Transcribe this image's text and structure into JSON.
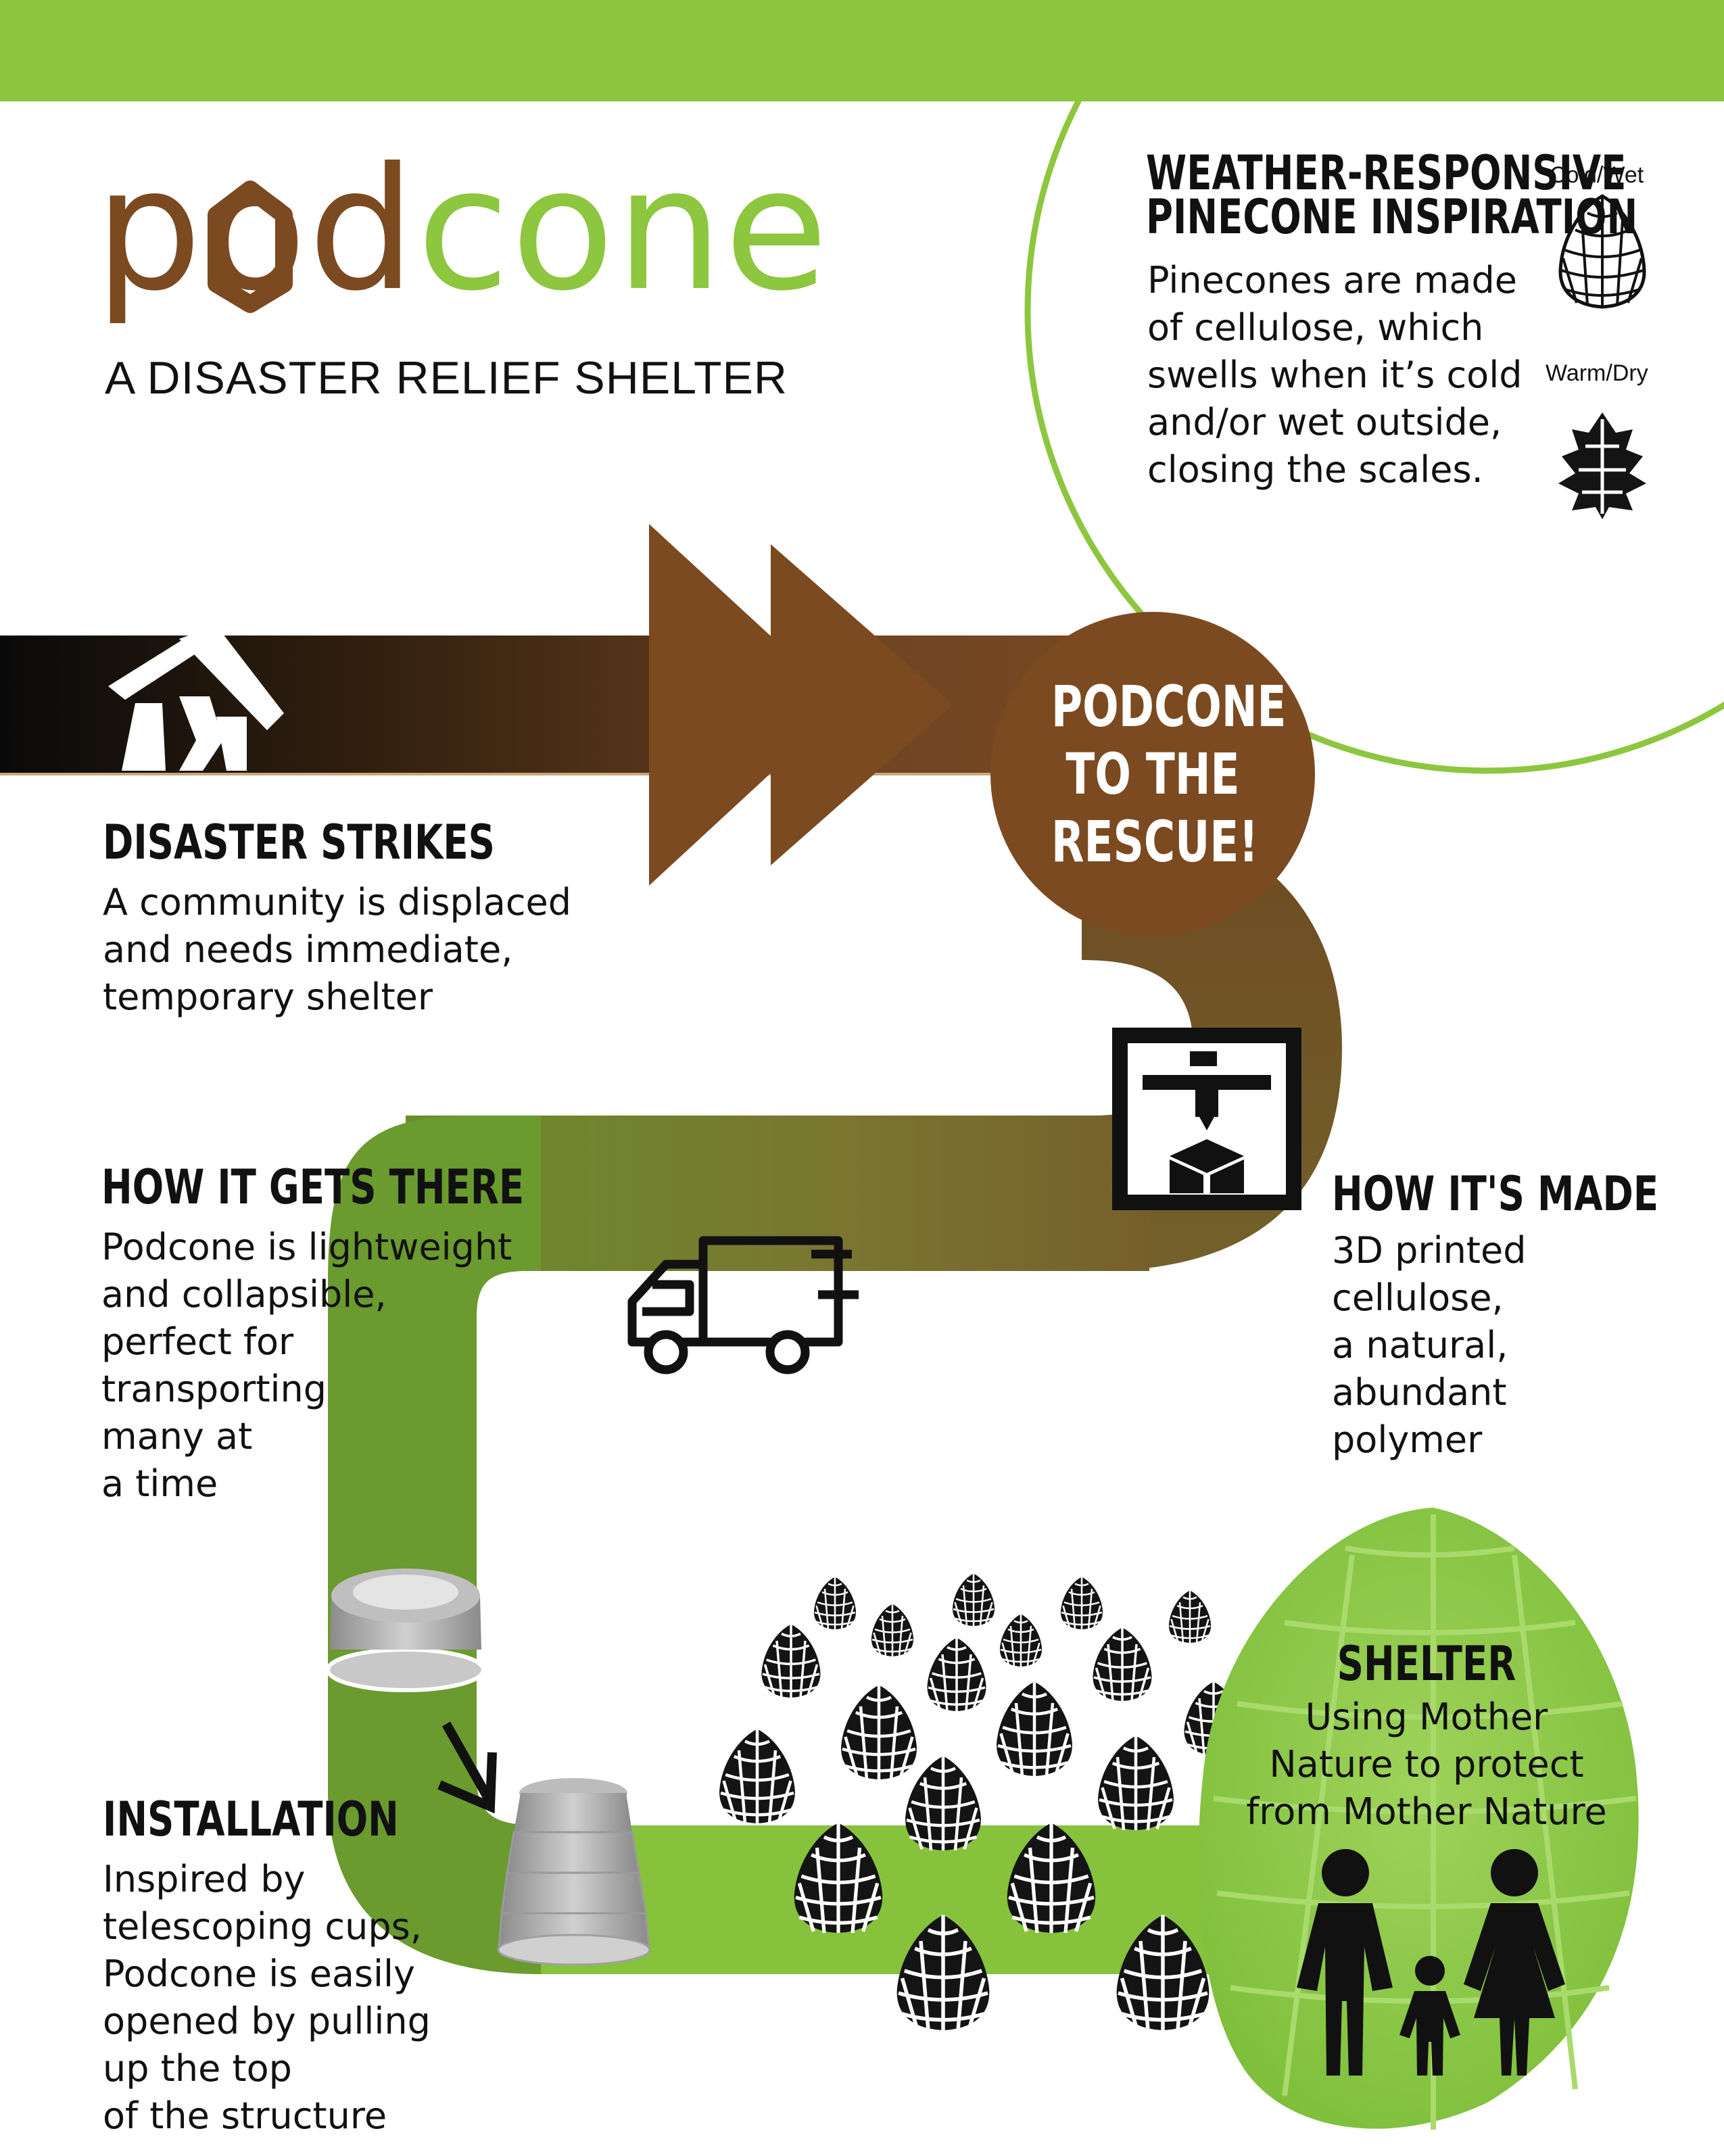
{
  "brand": {
    "logo_part1": "pod",
    "logo_part2": "cone",
    "tagline": "A DISASTER RELIEF SHELTER",
    "colors": {
      "brown": "#7b4a21",
      "green": "#8dc63f",
      "dark": "#111111"
    }
  },
  "inspiration": {
    "title_line1": "WEATHER-RESPONSIVE",
    "title_line2": "PINECONE INSPIRATION",
    "body": [
      "Pinecones are made",
      "of cellulose, which",
      "swells when it’s cold",
      "and/or wet outside,",
      "closing the scales."
    ],
    "cold_label": "Cold/Wet",
    "warm_label": "Warm/Dry"
  },
  "rescue_badge": [
    "PODCONE",
    "TO THE",
    "RESCUE!"
  ],
  "steps": {
    "disaster": {
      "title": "DISASTER STRIKES",
      "body": [
        "A community is displaced",
        "and needs immediate,",
        "temporary shelter"
      ]
    },
    "transport": {
      "title": "HOW IT GETS THERE",
      "body": [
        "Podcone is lightweight",
        "and collapsible,",
        "perfect for",
        "transporting",
        "many at",
        "a time"
      ]
    },
    "made": {
      "title": "HOW IT'S MADE",
      "body": [
        "3D printed",
        "cellulose,",
        "a natural,",
        "abundant",
        "polymer"
      ]
    },
    "installation": {
      "title": "INSTALLATION",
      "body": [
        "Inspired by",
        "telescoping cups,",
        "Podcone is easily",
        "opened by pulling",
        "up the top",
        "of the structure"
      ]
    },
    "shelter": {
      "title": "SHELTER",
      "body": [
        "Using Mother",
        "Nature to protect",
        "from Mother Nature"
      ]
    }
  },
  "icons": [
    "collapsed-house-icon",
    "3d-printer-icon",
    "delivery-truck-icon",
    "arrow-down-right-icon",
    "family-icon",
    "pinecone-icon"
  ]
}
